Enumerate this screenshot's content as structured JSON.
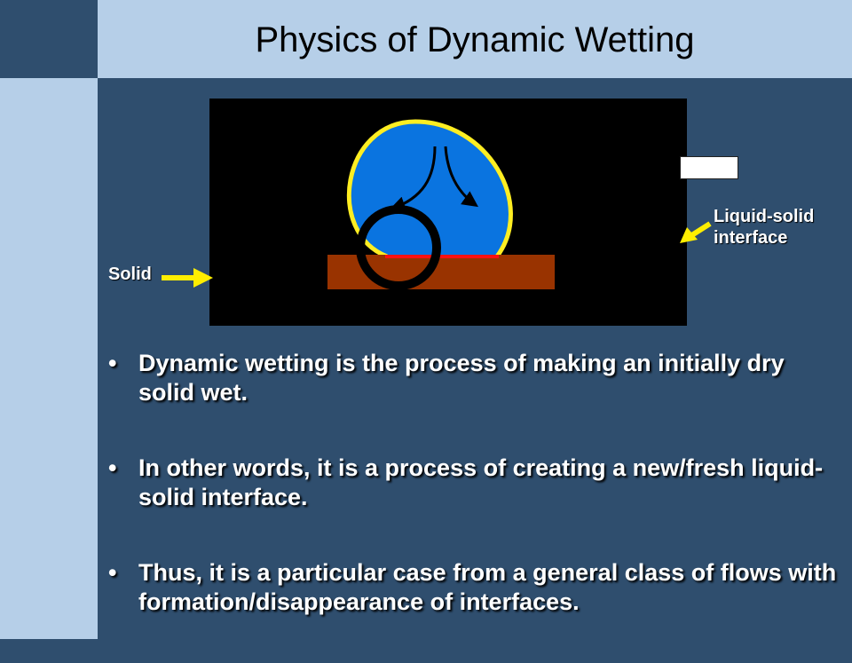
{
  "slide": {
    "title": "Physics of Dynamic Wetting"
  },
  "diagram": {
    "labels": {
      "solid": "Solid",
      "liquid_solid_interface": "Liquid-solid interface"
    },
    "colors": {
      "background": "#000000",
      "liquid": "#0a74e0",
      "free_surface": "#ffee22",
      "interface": "#ff1111",
      "solid": "#993300",
      "arrow": "#ffee00"
    }
  },
  "bullets": [
    "Dynamic wetting is the process of making an initially dry solid wet.",
    "In other words, it is a process of creating a new/fresh liquid-solid interface.",
    "Thus, it is a particular case from a general class of flows with formation/disappearance of interfaces."
  ],
  "bullet_glyph": "•"
}
